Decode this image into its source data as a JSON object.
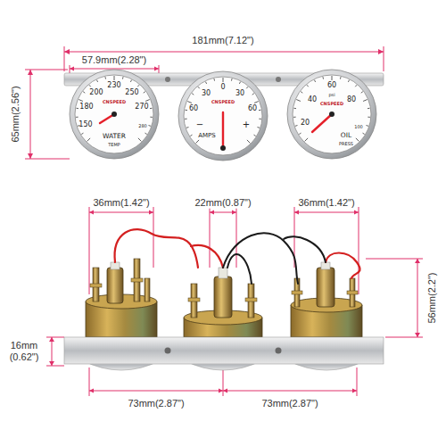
{
  "diagram": {
    "nodes": [
      {
        "text": [
          "150",
          "180",
          "200",
          "230",
          "250",
          "270",
          "280",
          "CNSPEED",
          "WATER",
          "TEMP"
        ]
      },
      {
        "text": [
          "60",
          "30",
          "0",
          "30",
          "60",
          "−",
          "+",
          "CNSPEED",
          "AMPS"
        ]
      },
      {
        "text": [
          "20",
          "40",
          "60",
          "80",
          "100",
          "psi",
          "CNSPEED",
          "OIL",
          "PRESS"
        ]
      }
    ],
    "labels": [
      "181mm(7.12\")",
      "57.9mm(2.28\")",
      "65mm(2.56\")",
      "36mm(1.42\")",
      "22mm(0.87\")",
      "36mm(1.42\")",
      "56mm(2.2\")",
      "16mm (0.62\")",
      "73mm(2.87\")",
      "73mm(2.87\")"
    ]
  }
}
